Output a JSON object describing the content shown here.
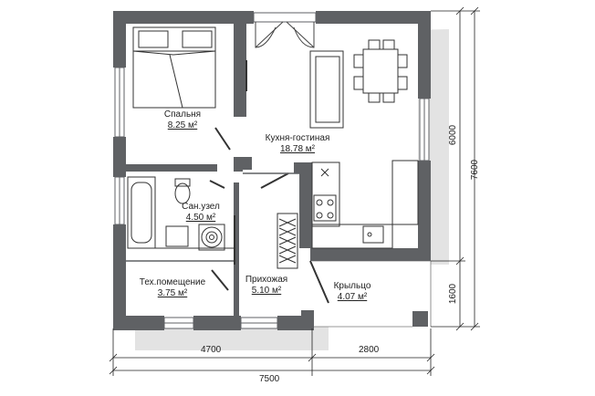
{
  "rooms": {
    "bedroom": {
      "name": "Спальня",
      "area": "8.25 м²"
    },
    "kitchen_living": {
      "name": "Кухня-гостиная",
      "area": "18.78 м²"
    },
    "bathroom": {
      "name": "Сан.узел",
      "area": "4.50 м²"
    },
    "tech_room": {
      "name": "Тех.помещение",
      "area": "3.75 м²"
    },
    "hallway": {
      "name": "Прихожая",
      "area": "5.10 м²"
    },
    "porch": {
      "name": "Крыльцо",
      "area": "4.07 м²"
    }
  },
  "dimensions": {
    "left_width": "4700",
    "porch_width": "2800",
    "total_width": "7500",
    "upper_height": "6000",
    "porch_height": "1600",
    "total_height": "7600"
  },
  "colors": {
    "wall": "#5f6164",
    "shadow": "#e2e2e2",
    "line": "#333333"
  }
}
